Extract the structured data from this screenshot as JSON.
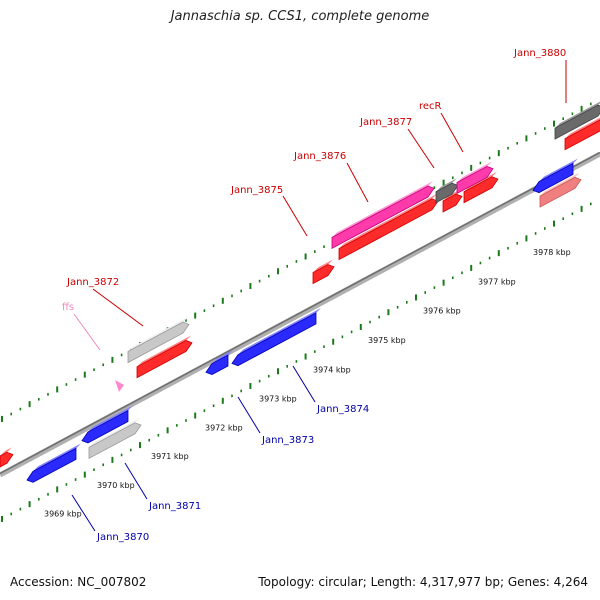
{
  "title": "Jannaschia sp. CCS1, complete genome",
  "footer": {
    "accession": "Accession: NC_007802",
    "topology": "Topology: circular; Length: 4,317,977 bp; Genes: 4,264"
  },
  "colors": {
    "forward_label": "#cc0000",
    "reverse_label": "#0000aa",
    "rna_label": "#ee88bb",
    "backbone": "#8a8a8a",
    "tick": "#1a7a1a"
  },
  "scale_labels": [
    "3969 kbp",
    "3970 kbp",
    "3971 kbp",
    "3972 kbp",
    "3973 kbp",
    "3974 kbp",
    "3975 kbp",
    "3976 kbp",
    "3977 kbp",
    "3978 kbp"
  ],
  "upper_labels": [
    {
      "text": "ffs",
      "kind": "rna"
    },
    {
      "text": "Jann_3872",
      "kind": "forward"
    },
    {
      "text": "Jann_3875",
      "kind": "forward"
    },
    {
      "text": "Jann_3876",
      "kind": "forward"
    },
    {
      "text": "Jann_3877",
      "kind": "forward"
    },
    {
      "text": "recR",
      "kind": "forward"
    },
    {
      "text": "Jann_3880",
      "kind": "forward"
    }
  ],
  "lower_labels": [
    {
      "text": "Jann_3870",
      "kind": "reverse"
    },
    {
      "text": "Jann_3871",
      "kind": "reverse"
    },
    {
      "text": "Jann_3873",
      "kind": "reverse"
    },
    {
      "text": "Jann_3874",
      "kind": "reverse"
    }
  ]
}
